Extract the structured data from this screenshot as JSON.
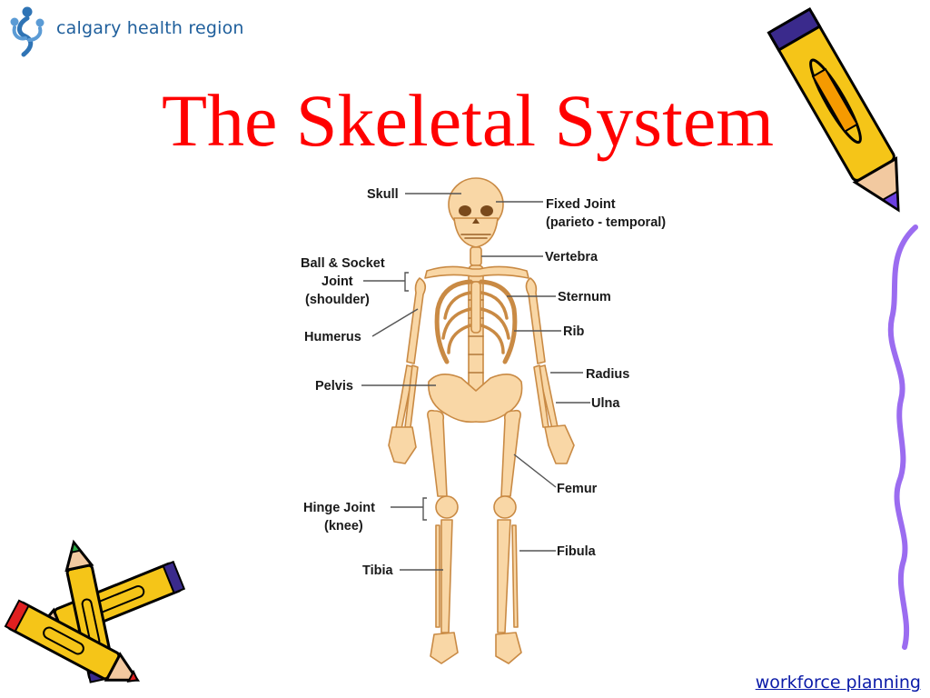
{
  "header": {
    "org_name": "calgary health region",
    "logo_icon": "calgary-health-region-logo-icon"
  },
  "slide": {
    "title": "The Skeletal System"
  },
  "diagram": {
    "labels": {
      "skull": "Skull",
      "fixed_joint_line1": "Fixed Joint",
      "fixed_joint_line2": "(parieto - temporal)",
      "vertebra": "Vertebra",
      "ball_socket_line1": "Ball & Socket",
      "ball_socket_line2": "Joint",
      "ball_socket_line3": "(shoulder)",
      "sternum": "Sternum",
      "rib": "Rib",
      "humerus": "Humerus",
      "radius": "Radius",
      "pelvis": "Pelvis",
      "ulna": "Ulna",
      "femur": "Femur",
      "hinge_joint_line1": "Hinge Joint",
      "hinge_joint_line2": "(knee)",
      "fibula": "Fibula",
      "tibia": "Tibia"
    },
    "colors": {
      "bone_fill": "#f9d7a6",
      "bone_stroke": "#c98a44",
      "leader_line": "#555555"
    }
  },
  "decorations": {
    "top_right": "pencil-icon",
    "bottom_left": "crossed-pencils-icon",
    "right_edge": "wavy-line-decoration"
  },
  "footer": {
    "link_text": "workforce planning",
    "link_color": "#0a1aa8"
  },
  "colors": {
    "title": "#ff0000",
    "logo_text": "#1f5f9c"
  }
}
